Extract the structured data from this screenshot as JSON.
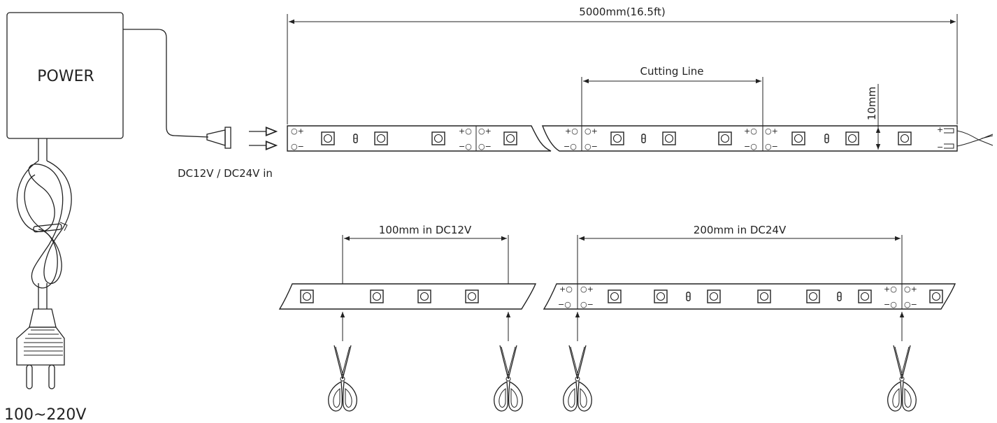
{
  "power": {
    "label": "POWER"
  },
  "input_voltage": "100~220V",
  "dc_input": "DC12V / DC24V in",
  "dimensions": {
    "total_length": "5000mm(16.5ft)",
    "cutting_line": "Cutting Line",
    "width": "10mm"
  },
  "cut_12v": "100mm in DC12V",
  "cut_24v": "200mm in DC24V",
  "terminals": {
    "plus": "+",
    "minus": "−"
  }
}
